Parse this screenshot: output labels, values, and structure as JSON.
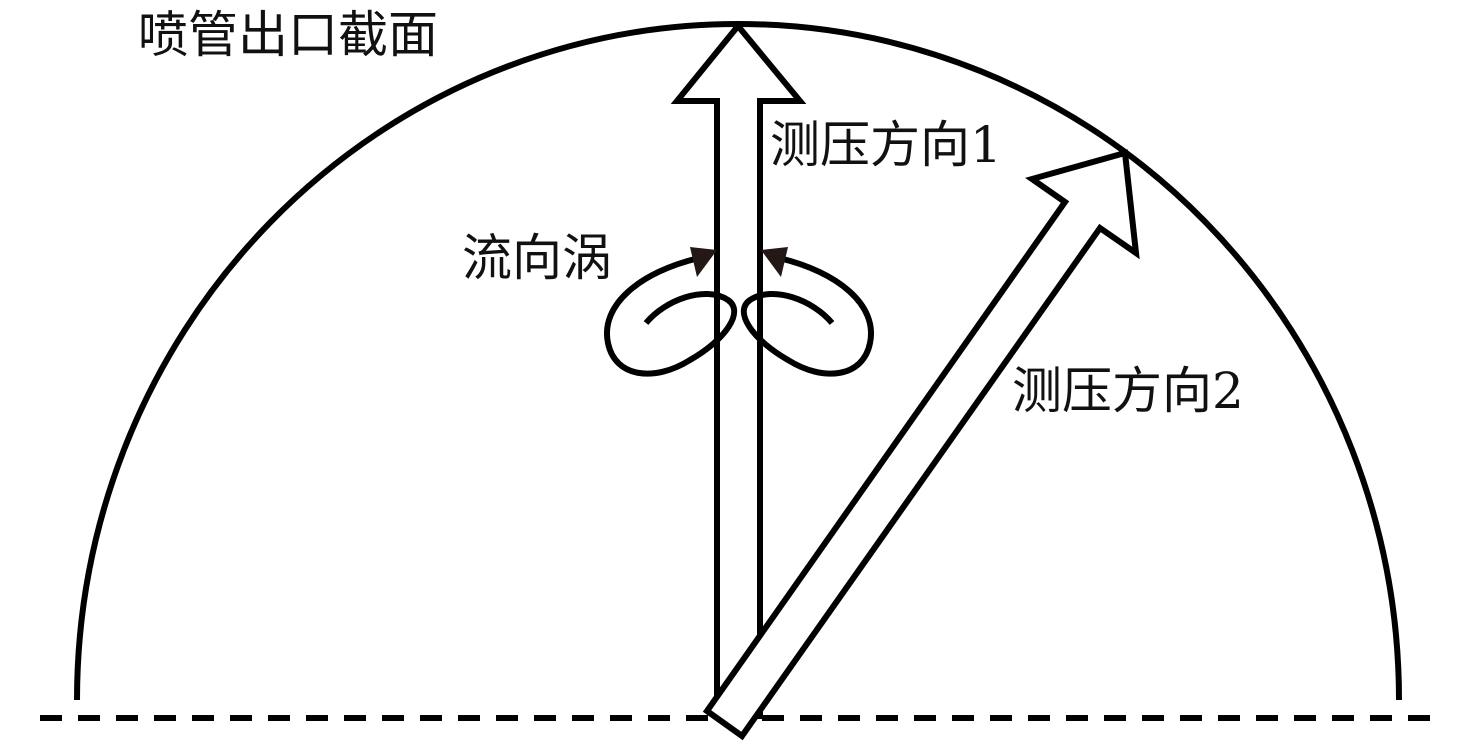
{
  "labels": {
    "section": "喷管出口截面",
    "vortex": "流向涡",
    "direction1": "测压方向1",
    "direction2": "测压方向2"
  },
  "colors": {
    "line": "#000000",
    "arrowhead": "#231815",
    "background": "#ffffff"
  }
}
